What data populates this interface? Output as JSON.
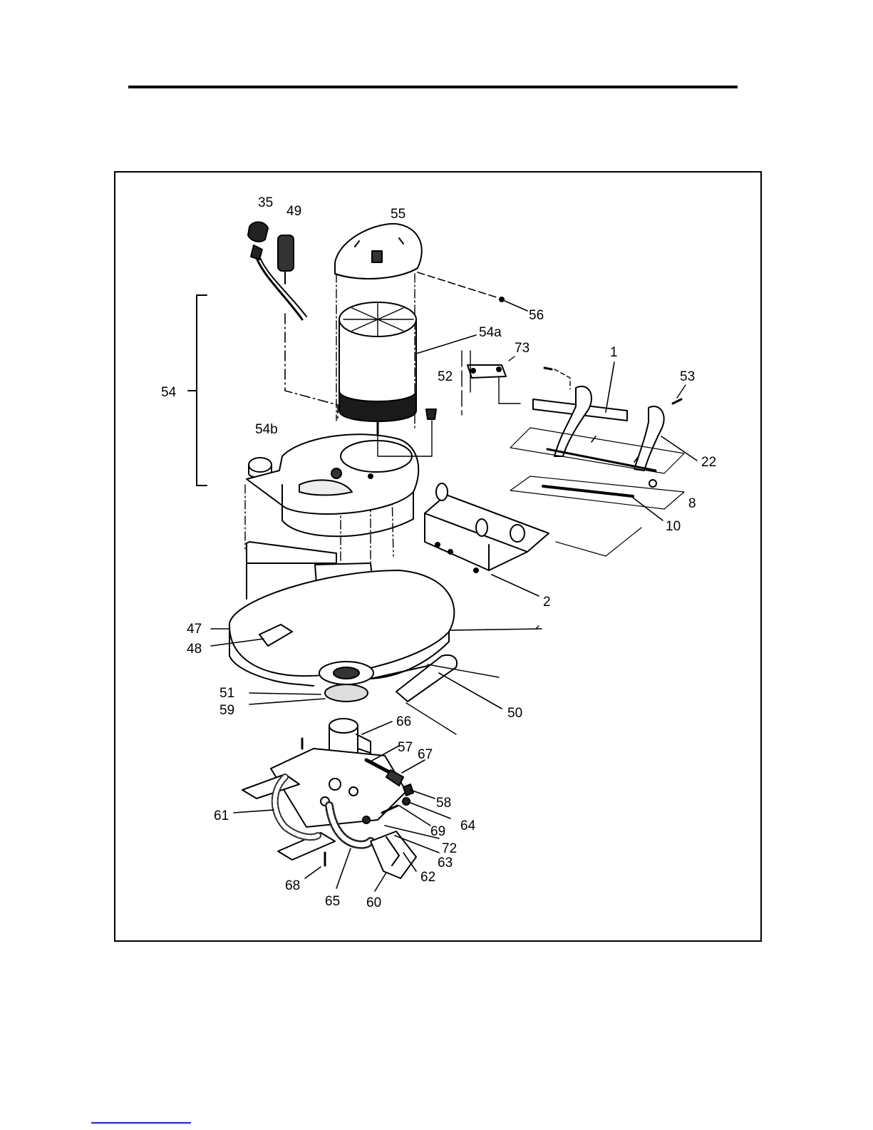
{
  "callouts": [
    {
      "id": "35",
      "text": "35"
    },
    {
      "id": "49",
      "text": "49"
    },
    {
      "id": "55",
      "text": "55"
    },
    {
      "id": "56",
      "text": "56"
    },
    {
      "id": "54a",
      "text": "54a"
    },
    {
      "id": "73",
      "text": "73"
    },
    {
      "id": "1",
      "text": "1"
    },
    {
      "id": "53",
      "text": "53"
    },
    {
      "id": "52",
      "text": "52"
    },
    {
      "id": "54",
      "text": "54"
    },
    {
      "id": "54b",
      "text": "54b"
    },
    {
      "id": "22",
      "text": "22"
    },
    {
      "id": "8",
      "text": "8"
    },
    {
      "id": "10",
      "text": "10"
    },
    {
      "id": "2",
      "text": "2"
    },
    {
      "id": "47",
      "text": "47"
    },
    {
      "id": "48",
      "text": "48"
    },
    {
      "id": "51",
      "text": "51"
    },
    {
      "id": "59",
      "text": "59"
    },
    {
      "id": "50",
      "text": "50"
    },
    {
      "id": "66",
      "text": "66"
    },
    {
      "id": "57",
      "text": "57"
    },
    {
      "id": "67",
      "text": "67"
    },
    {
      "id": "58",
      "text": "58"
    },
    {
      "id": "64",
      "text": "64"
    },
    {
      "id": "61",
      "text": "61"
    },
    {
      "id": "69",
      "text": "69"
    },
    {
      "id": "72",
      "text": "72"
    },
    {
      "id": "63",
      "text": "63"
    },
    {
      "id": "62",
      "text": "62"
    },
    {
      "id": "68",
      "text": "68"
    },
    {
      "id": "65",
      "text": "65"
    },
    {
      "id": "60",
      "text": "60"
    }
  ]
}
